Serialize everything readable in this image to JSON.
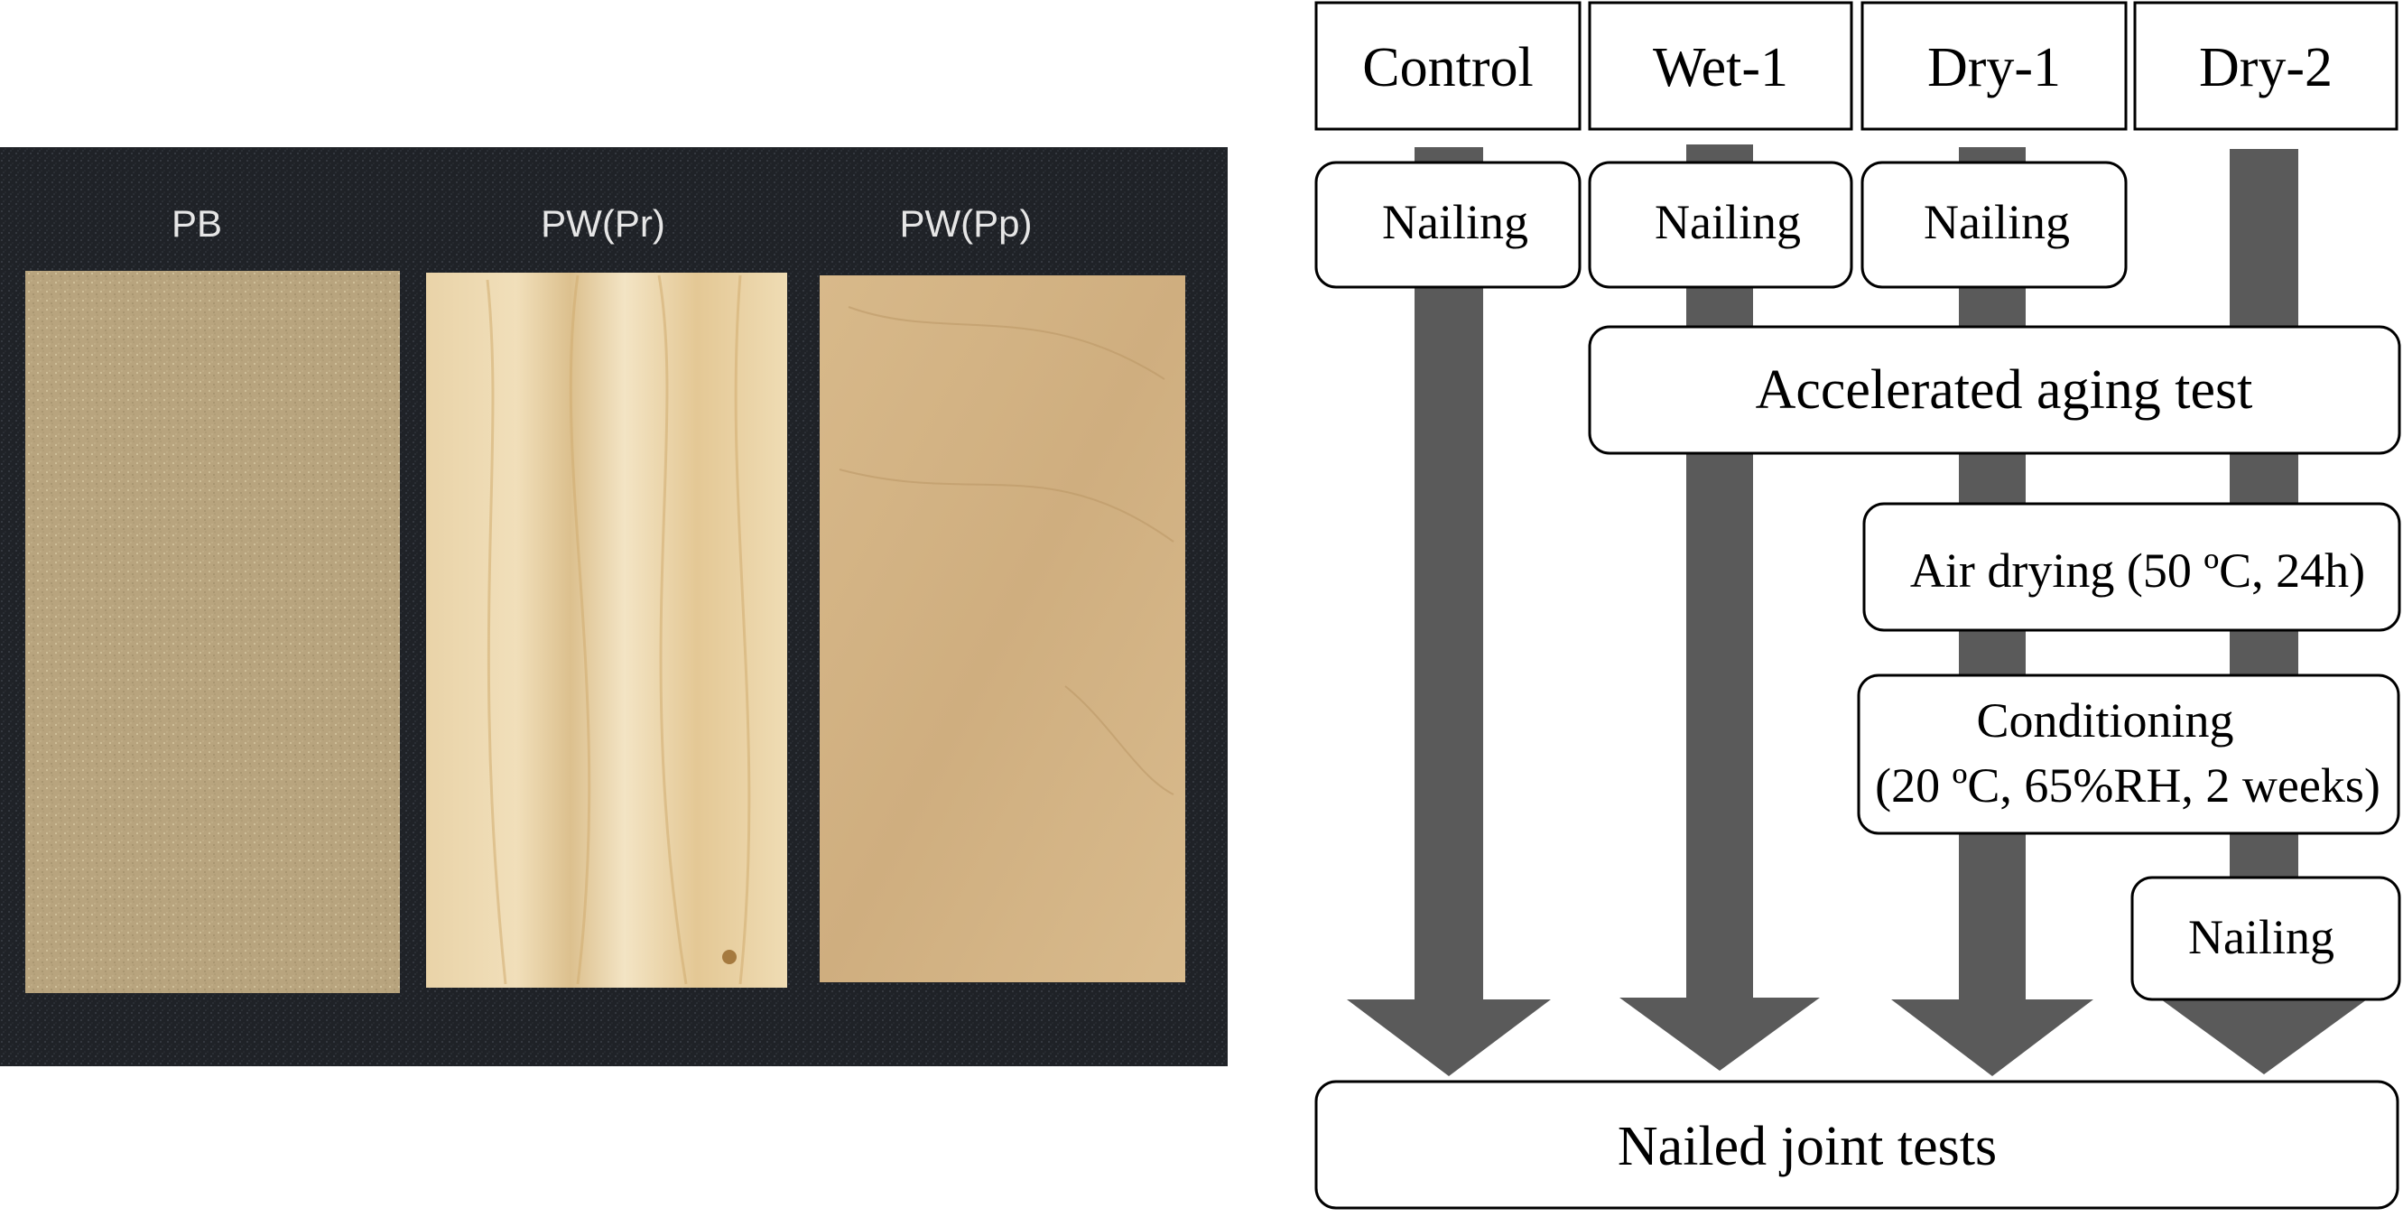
{
  "photo": {
    "labels": [
      "PB",
      "PW(Pr)",
      "PW(Pp)"
    ]
  },
  "flowchart": {
    "columns": [
      "Control",
      "Wet-1",
      "Dry-1",
      "Dry-2"
    ],
    "steps": {
      "nailing": "Nailing",
      "accelerated_aging": "Accelerated aging test",
      "air_drying": "Air drying (50 ºC, 24h)",
      "conditioning_line1": "Conditioning",
      "conditioning_line2": "(20 ºC, 65%RH, 2 weeks)",
      "final": "Nailed joint tests"
    }
  },
  "colors": {
    "arrow": "#5a5a5a",
    "box_stroke": "#000000",
    "photo_background": "#1c1f24"
  }
}
